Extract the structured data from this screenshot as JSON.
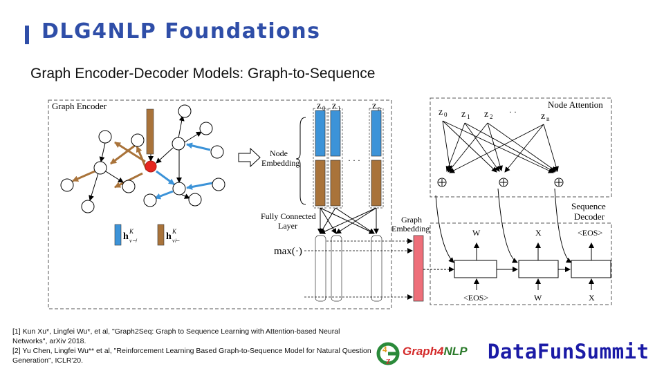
{
  "header": {
    "title": "DLG4NLP Foundations",
    "subtitle": "Graph Encoder-Decoder Models: Graph-to-Sequence"
  },
  "diagram": {
    "encoder_label": "Graph Encoder",
    "node_embedding_label_1": "Node",
    "node_embedding_label_2": "Embedding",
    "z_labels": [
      "z",
      "z",
      "z"
    ],
    "z_subs": [
      "0",
      "1",
      "n"
    ],
    "fc_label_1": "Fully Connected",
    "fc_label_2": "Layer",
    "graph_embedding_label_1": "Graph",
    "graph_embedding_label_2": "Embedding",
    "maxpool_label": "max(·)",
    "legend_h_fwd_sup": "K",
    "legend_h_fwd_sub": "v⊣",
    "legend_h_bwd_sup": "K",
    "legend_h_bwd_sub": "v⊢",
    "attention_label": "Node Attention",
    "attention_z_subs": [
      "0",
      "1",
      "2",
      "n"
    ],
    "decoder_label_1": "Sequence",
    "decoder_label_2": "Decoder",
    "decoder_outputs": [
      "W",
      "X",
      "<EOS>"
    ],
    "decoder_inputs": [
      "<EOS>",
      "W",
      "X"
    ],
    "dots": "· · ·",
    "colors": {
      "forward": "#3c93d8",
      "backward": "#a9733a",
      "graph_emb": "#ee6f7a",
      "center_node": "#e5261f"
    }
  },
  "references": [
    "[1] Kun Xu*, Lingfei Wu*, et al, \"Graph2Seq: Graph to Sequence Learning with Attention-based Neural Networks\", arXiv 2018.",
    "[2] Yu Chen, Lingfei Wu** et al, \"Reinforcement Learning Based Graph-to-Sequence Model for Natural Question Generation\", ICLR'20."
  ],
  "logos": {
    "graph4nlp_a": "Graph4",
    "graph4nlp_b": "NLP",
    "datafun": "DataFunSummit"
  }
}
